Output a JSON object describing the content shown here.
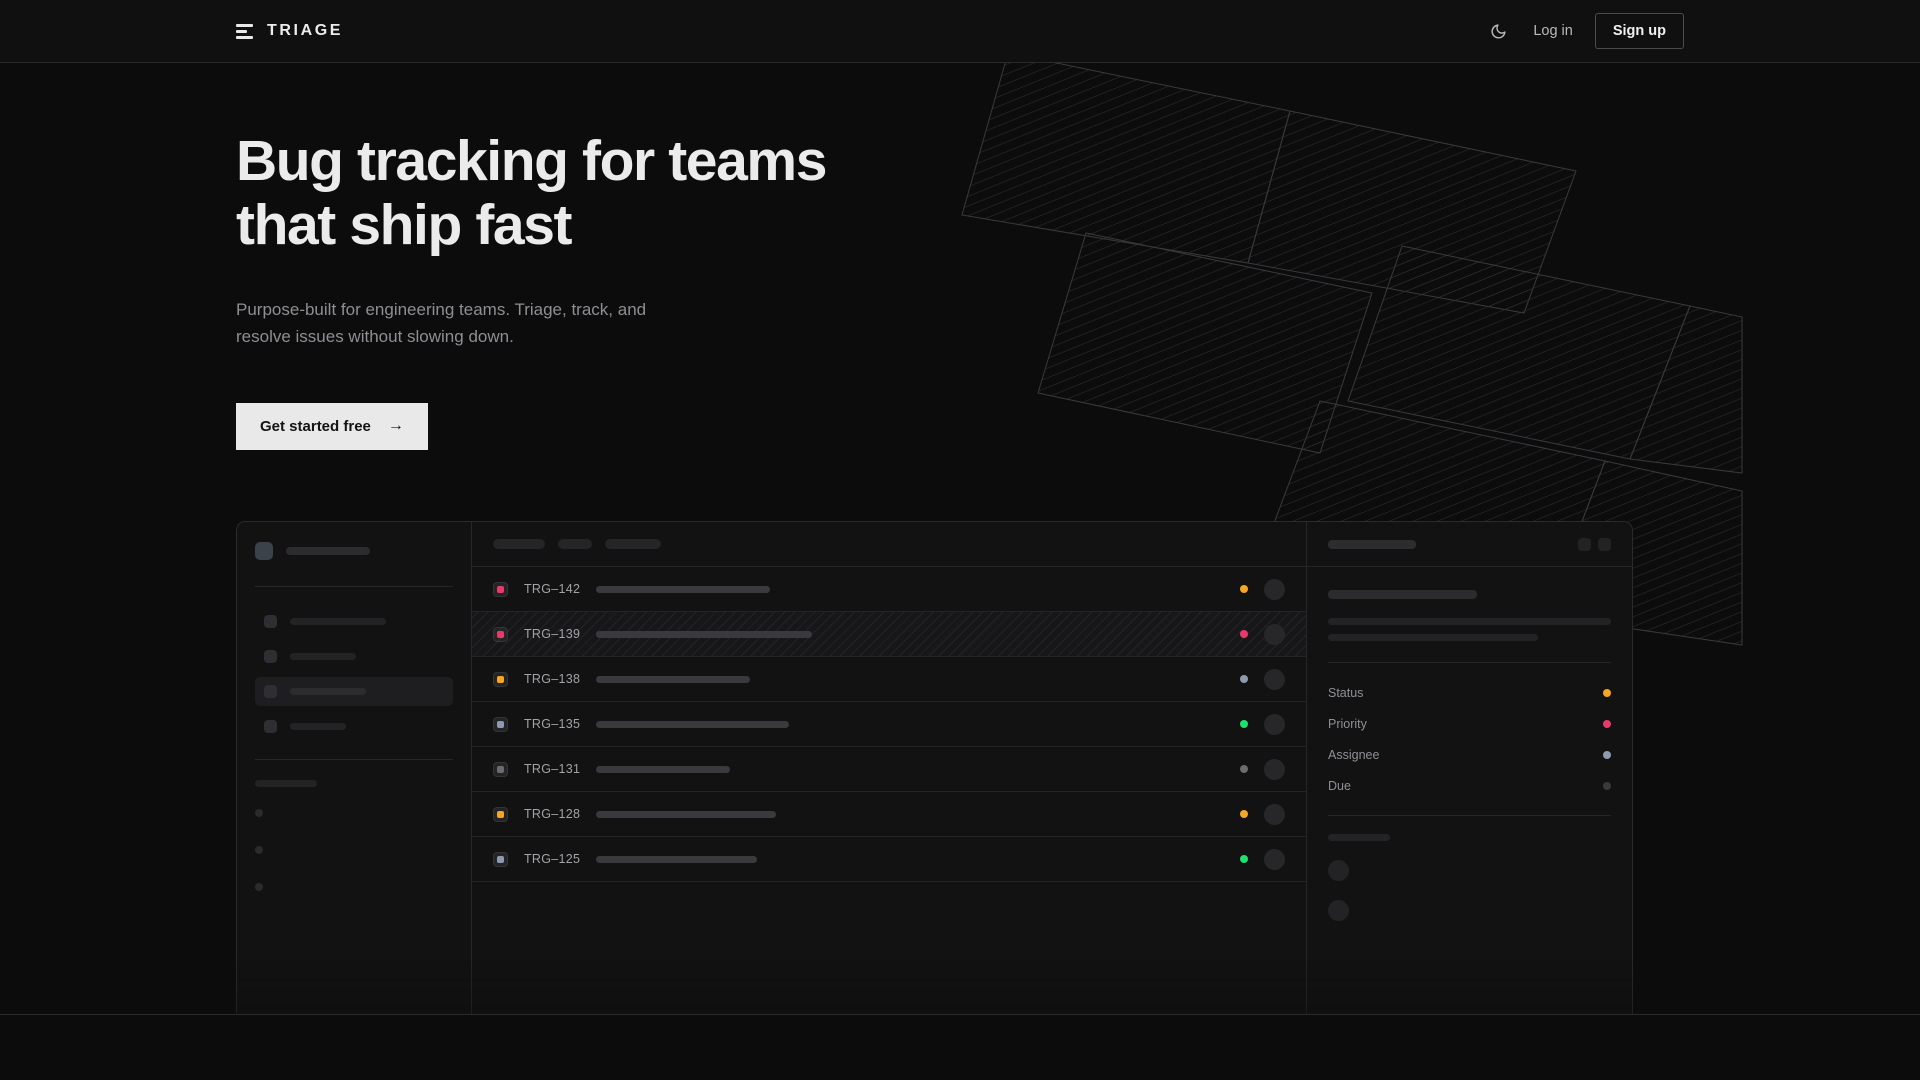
{
  "brand": {
    "name": "TRIAGE",
    "logo_icon": "stacked-bars-icon"
  },
  "header": {
    "theme_toggle_icon": "moon-icon",
    "login_label": "Log in",
    "signup_label": "Sign up"
  },
  "hero": {
    "headline": "Bug tracking for teams\nthat ship fast",
    "subhead": "Purpose-built for engineering teams. Triage, track, and\nresolve issues without slowing down.",
    "cta_label": "Get started free",
    "cta_arrow": "→"
  },
  "colors": {
    "page_bg": "#0c0c0d",
    "header_bg": "#101011",
    "border": "#2a2a2c",
    "text_primary": "#ebebec",
    "text_muted": "#8e8e93",
    "cta_bg": "#e9e9ea",
    "priority_high": "#e8396b",
    "priority_medium": "#f5a623",
    "priority_low": "#8d9bb0",
    "priority_none": "#6b6b70",
    "status_done": "#1fdf6e",
    "status_progress": "#f5a623",
    "status_blocked": "#e8396b",
    "status_review": "#8d9bb0",
    "status_idle": "#4a4a4e"
  },
  "mockup": {
    "sidebar": {
      "workspace": {
        "label_width": 84
      },
      "nav_items": [
        {
          "width": 96,
          "active": false
        },
        {
          "width": 66,
          "active": false
        },
        {
          "width": 76,
          "active": true
        },
        {
          "width": 56,
          "active": false
        }
      ],
      "section_label_width": 62,
      "mini_dots": 3
    },
    "list": {
      "toolbar_chips": [
        52,
        34,
        56
      ],
      "rows": [
        {
          "id": "TRG–142",
          "priority": "#e8396b",
          "title_width": 174,
          "status": "#f5a623",
          "selected": false
        },
        {
          "id": "TRG–139",
          "priority": "#e8396b",
          "title_width": 216,
          "status": "#e8396b",
          "selected": true
        },
        {
          "id": "TRG–138",
          "priority": "#f5a623",
          "title_width": 154,
          "status": "#8d9bb0",
          "selected": false
        },
        {
          "id": "TRG–135",
          "priority": "#8d9bb0",
          "title_width": 193,
          "status": "#1fdf6e",
          "selected": false
        },
        {
          "id": "TRG–131",
          "priority": "#6b6b70",
          "title_width": 134,
          "status": "#6b6b70",
          "selected": false
        },
        {
          "id": "TRG–128",
          "priority": "#f5a623",
          "title_width": 180,
          "status": "#f5a623",
          "selected": false
        },
        {
          "id": "TRG–125",
          "priority": "#8d9bb0",
          "title_width": 161,
          "status": "#1fdf6e",
          "selected": false
        }
      ]
    },
    "detail": {
      "header_title_width": 88,
      "header_buttons": 2,
      "title_width": 149,
      "desc_line_widths": [
        283,
        210
      ],
      "meta": [
        {
          "label": "Status",
          "dot": "#f5a623"
        },
        {
          "label": "Priority",
          "dot": "#e8396b"
        },
        {
          "label": "Assignee",
          "dot": "#8d9bb0"
        },
        {
          "label": "Due",
          "dot": "#3a3a3e"
        }
      ],
      "activity_label_width": 62,
      "activity_items": 2
    }
  }
}
